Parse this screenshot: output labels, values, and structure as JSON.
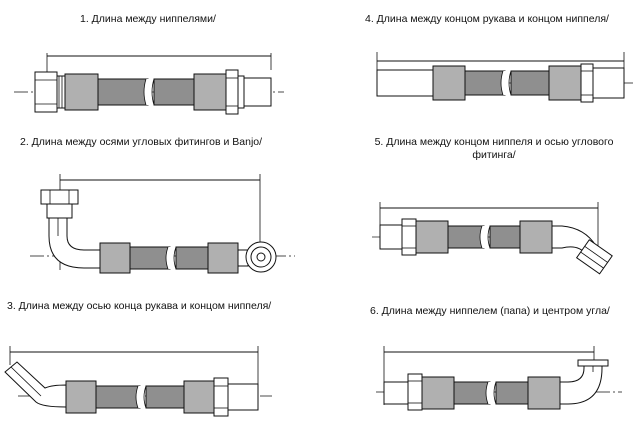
{
  "panels": [
    {
      "id": "p1",
      "title": "1. Длина между ниппелями/"
    },
    {
      "id": "p2",
      "title": "2. Длина между осями угловых фитингов и Banjo/"
    },
    {
      "id": "p3",
      "title": "3. Длина между осью конца рукава и концом ниппеля/"
    },
    {
      "id": "p4",
      "title": "4. Длина между концом рукава и концом ниппеля/"
    },
    {
      "id": "p5",
      "title": "5. Длина между концом ниппеля и осью углового фитинга/"
    },
    {
      "id": "p6",
      "title": "6. Длина между ниппелем (папа) и центром угла/"
    }
  ]
}
